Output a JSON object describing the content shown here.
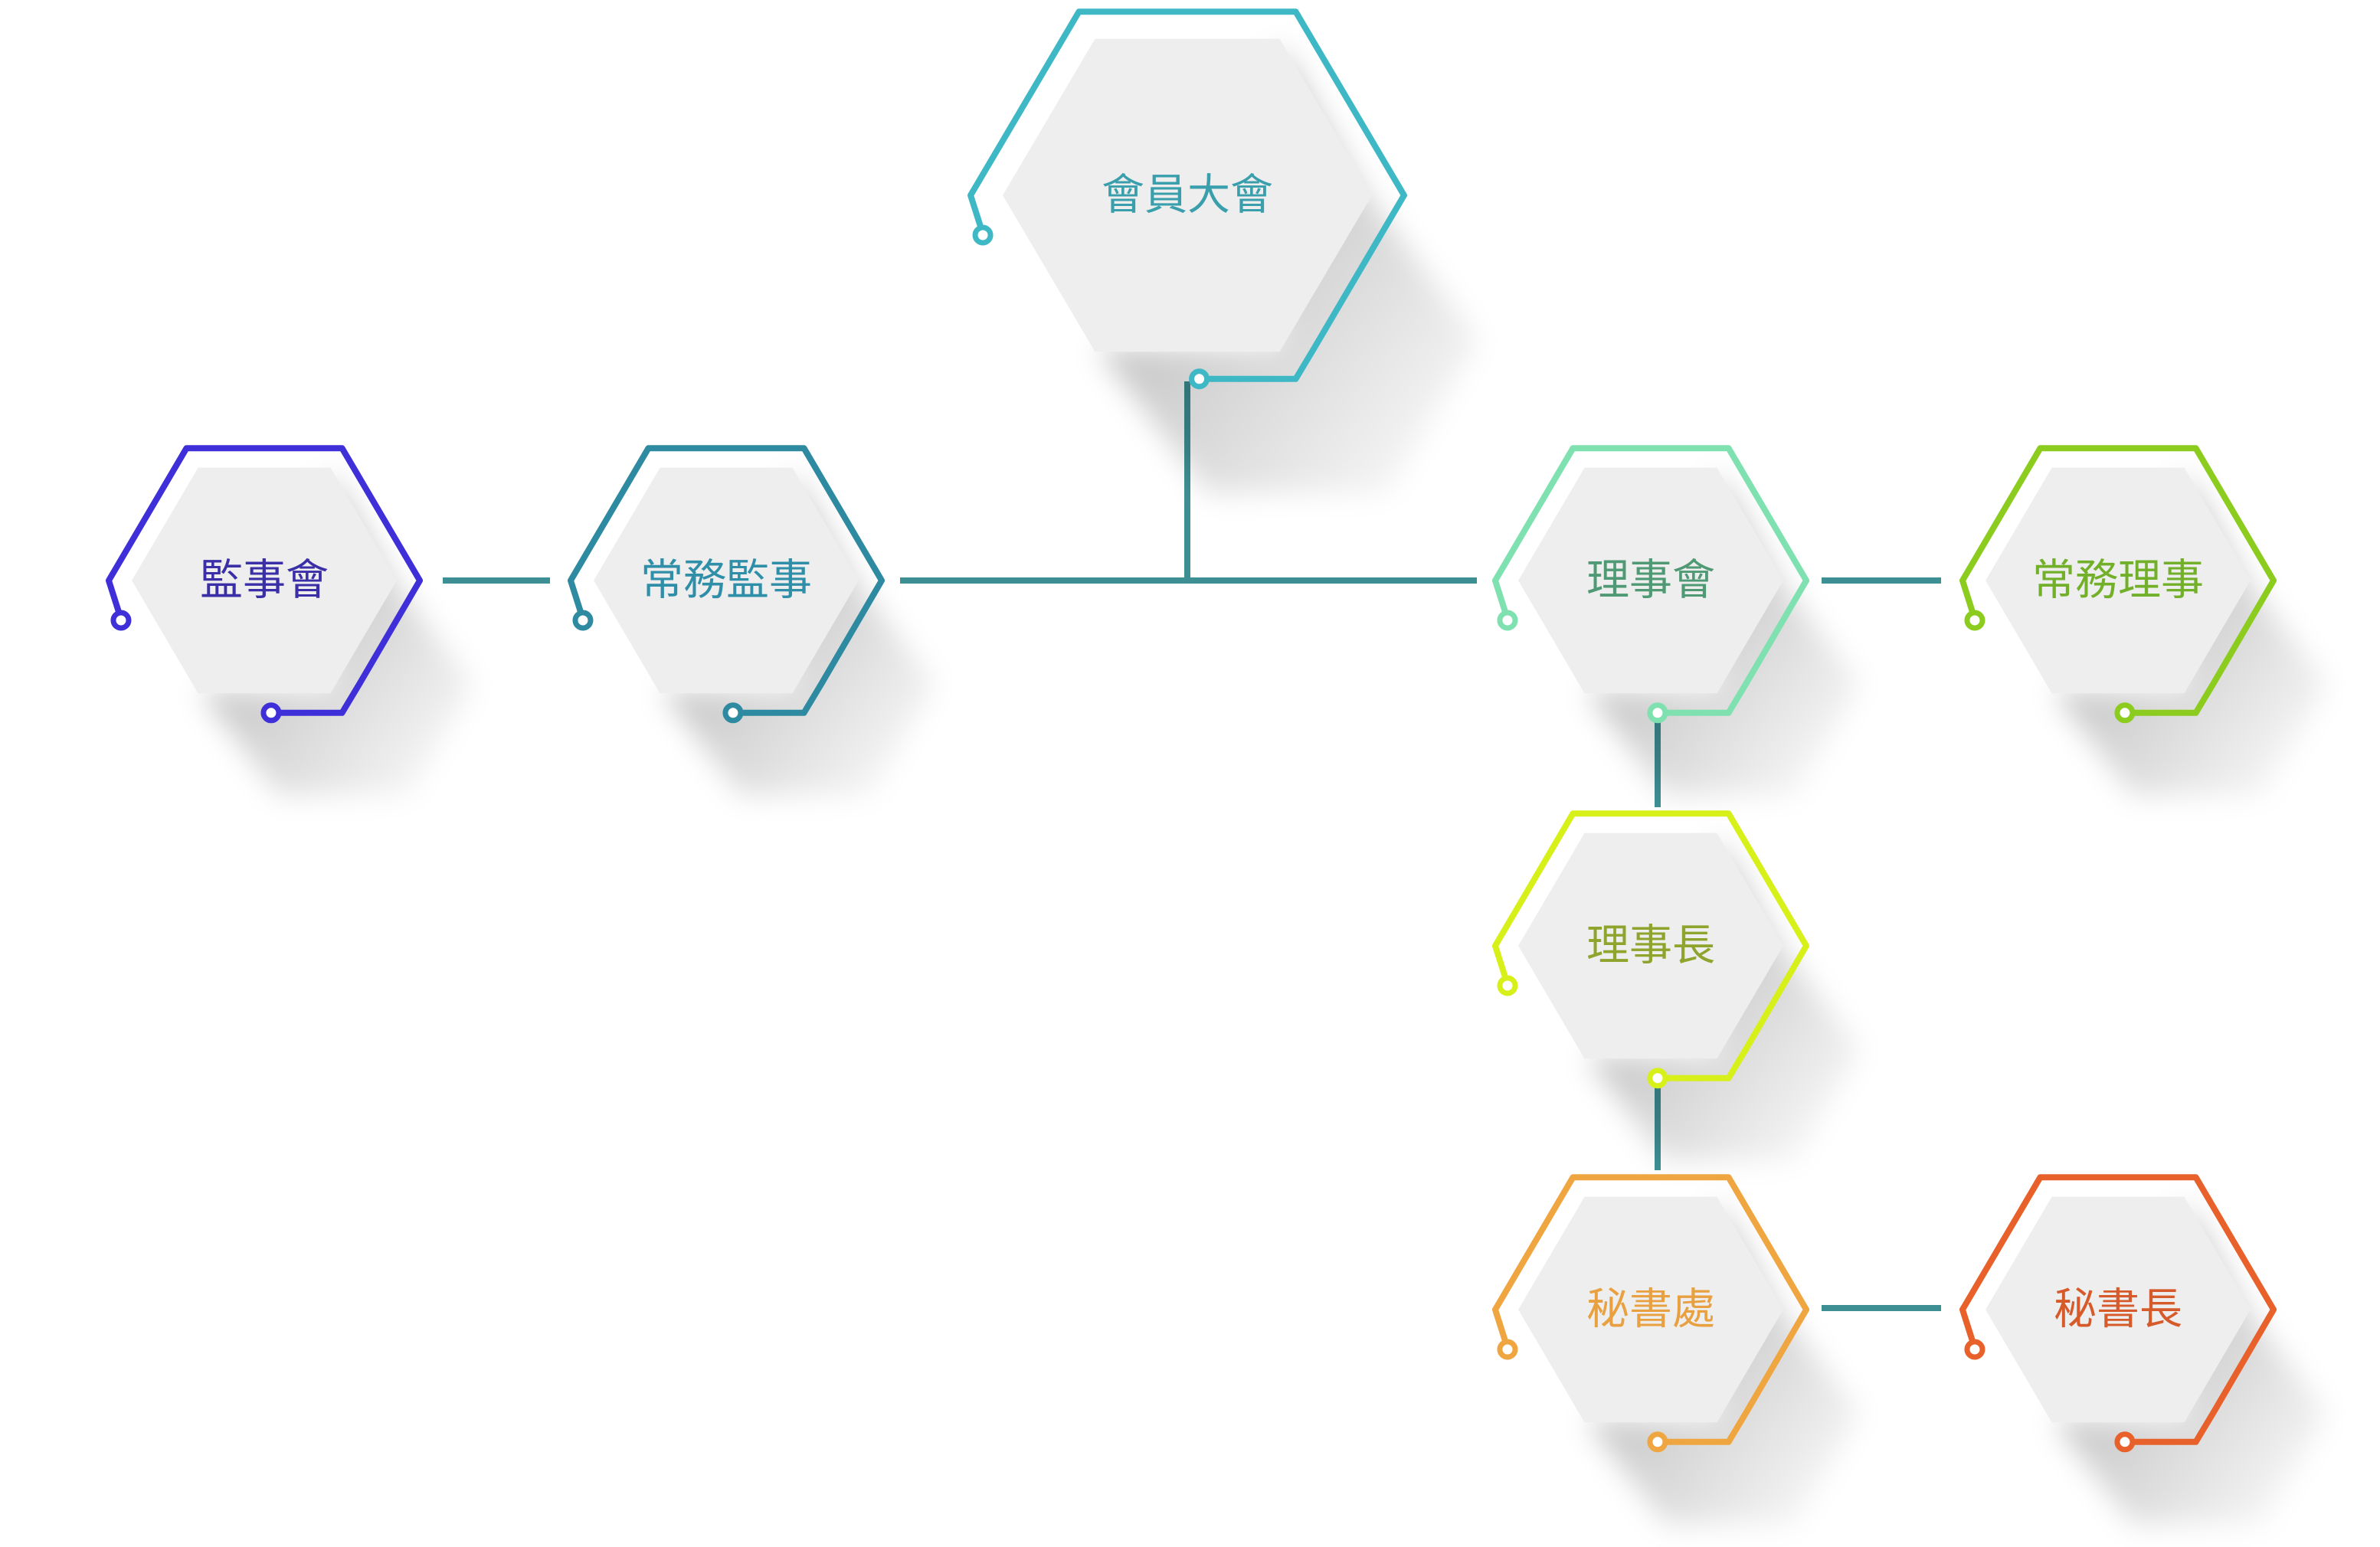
{
  "diagram": {
    "connector_color": "#3e8f94",
    "nodes": [
      {
        "id": "assembly",
        "label": "會員大會",
        "color": "#3fb8c6",
        "text_color": "#3a9fac"
      },
      {
        "id": "supervisors",
        "label": "監事會",
        "color": "#3f2fd8",
        "text_color": "#3b2fa8"
      },
      {
        "id": "standing_supervisors",
        "label": "常務監事",
        "color": "#2e8aa0",
        "text_color": "#2f8ea8"
      },
      {
        "id": "board",
        "label": "理事會",
        "color": "#7fe0b0",
        "text_color": "#4f9a74"
      },
      {
        "id": "standing_directors",
        "label": "常務理事",
        "color": "#8ccc1e",
        "text_color": "#72b02a"
      },
      {
        "id": "chairman",
        "label": "理事長",
        "color": "#d8f01a",
        "text_color": "#8ea42c"
      },
      {
        "id": "secretariat",
        "label": "秘書處",
        "color": "#f0a640",
        "text_color": "#e8a040"
      },
      {
        "id": "secretary_general",
        "label": "秘書長",
        "color": "#e8602a",
        "text_color": "#d65a2a"
      }
    ]
  }
}
